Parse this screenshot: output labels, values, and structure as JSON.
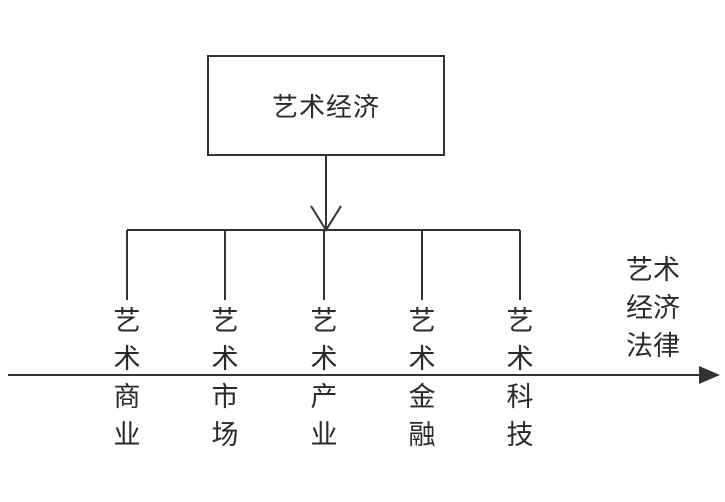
{
  "root": {
    "label": "艺术经济"
  },
  "branches": [
    {
      "label": "艺术商业"
    },
    {
      "label": "艺术市场"
    },
    {
      "label": "艺术产业"
    },
    {
      "label": "艺术金融"
    },
    {
      "label": "艺术科技"
    }
  ],
  "axis": {
    "lines": [
      "艺术",
      "经济",
      "法律"
    ]
  }
}
